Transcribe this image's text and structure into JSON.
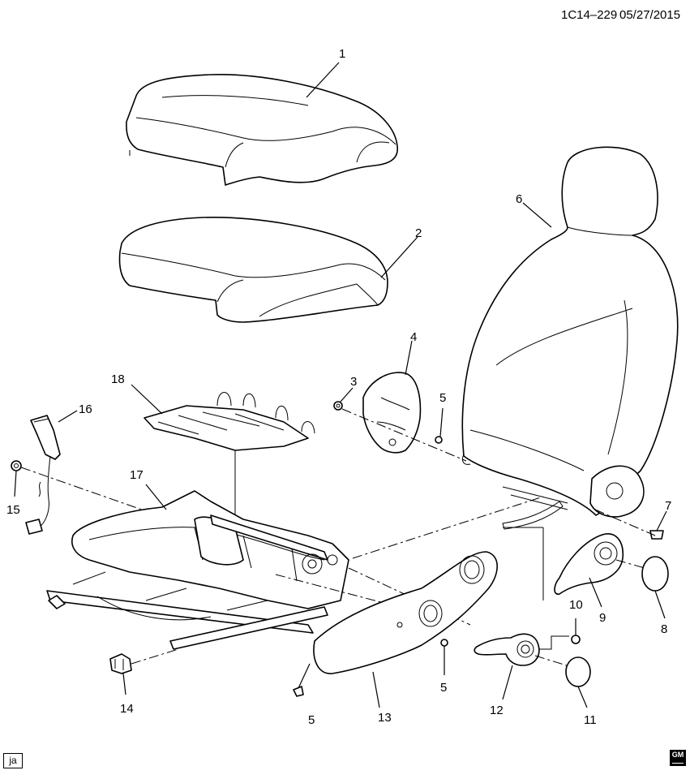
{
  "header": {
    "diagram_id": "1C14–229",
    "date": "05/27/2015"
  },
  "callouts": [
    "1",
    "2",
    "3",
    "4",
    "5",
    "6",
    "7",
    "8",
    "9",
    "10",
    "11",
    "12",
    "13",
    "14",
    "15",
    "16",
    "17",
    "18",
    "5",
    "5"
  ],
  "footer": {
    "tag": "ja",
    "logo_text": "GM"
  }
}
